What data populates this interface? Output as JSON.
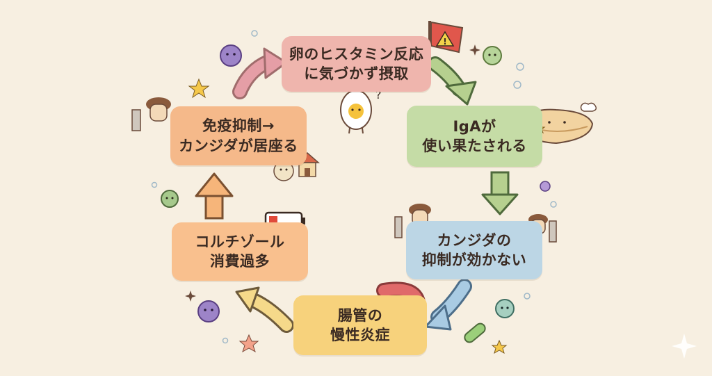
{
  "steps": [
    {
      "line1": "卵のヒスタミン反応",
      "line2": "に気づかず摂取",
      "color": "#efb5ad"
    },
    {
      "line1": "IgAが",
      "line2": "使い果たされる",
      "color": "#c5dca6"
    },
    {
      "line1": "カンジダの",
      "line2": "抑制が効かない",
      "color": "#bcd6e5"
    },
    {
      "line1": "腸管の",
      "line2": "慢性炎症",
      "color": "#f7d27c"
    },
    {
      "line1": "コルチゾール",
      "line2": "消費過多",
      "color": "#f9c08e"
    },
    {
      "line1": "免疫抑制→",
      "line2": "カンジダが居座る",
      "color": "#f5b98a"
    }
  ],
  "egg_question_mark": "?",
  "warning_flag_symbol": "!",
  "icons": [
    "warning-flag-icon",
    "egg-icon",
    "bread-icon",
    "mushroom-character-icon",
    "intestine-icon",
    "germ-icon",
    "low-battery-icon",
    "house-icon",
    "star-icon",
    "sparkle-icon"
  ]
}
